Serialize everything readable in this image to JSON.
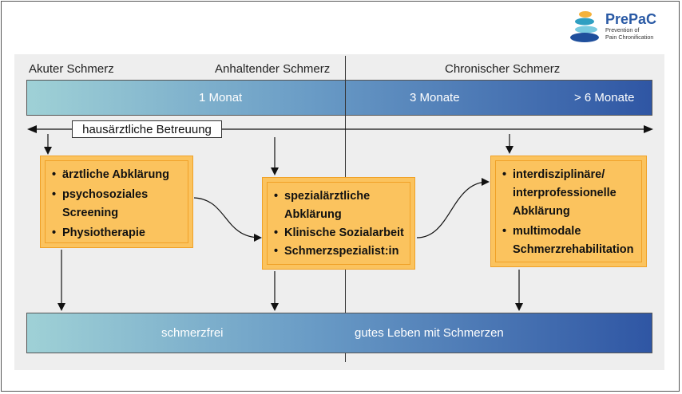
{
  "logo": {
    "title": "PrePaC",
    "subtitle_line1": "Prevention of",
    "subtitle_line2": "Pain Chronification",
    "icon": "stacked-stones-icon"
  },
  "phases": {
    "acute": "Akuter Schmerz",
    "persistent": "Anhaltender Schmerz",
    "chronic": "Chronischer Schmerz"
  },
  "timeline": {
    "m1": "1 Monat",
    "m3": "3 Monate",
    "m6": "> 6 Monate"
  },
  "gp_care": "hausärztliche Betreuung",
  "box1": {
    "items": [
      "ärztliche Abklärung",
      "psychosoziales Screening",
      "Physiotherapie"
    ]
  },
  "box2": {
    "items": [
      "spezialärztliche Abklärung",
      "Klinische Sozialarbeit",
      "Schmerzspezialist:in"
    ]
  },
  "box3": {
    "items": [
      "interdisziplinäre/ interprofessionelle Abklärung",
      "multimodale Schmerzrehabilitation"
    ]
  },
  "outcome": {
    "left": "schmerzfrei",
    "right": "gutes Leben mit Schmerzen"
  },
  "colors": {
    "box_fill": "#fbc35e",
    "box_border": "#f0a127",
    "gradient_start": "#9fd1d6",
    "gradient_end": "#2f56a4",
    "logo_blue": "#2a5aa5"
  }
}
